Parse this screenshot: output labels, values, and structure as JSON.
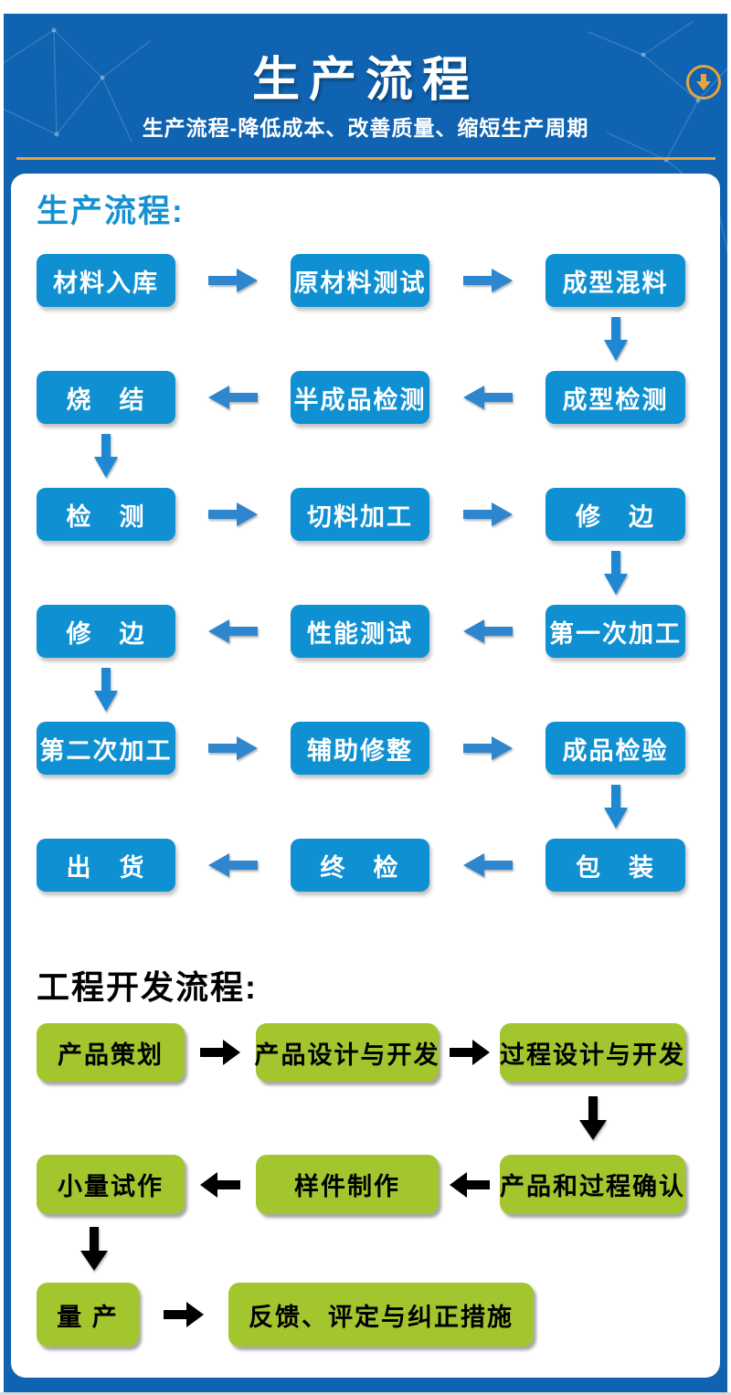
{
  "page": {
    "band_color": "#0f63b0",
    "card_color": "#ffffff",
    "accent_gold": "#e8a33d"
  },
  "header": {
    "title": "生产流程",
    "subtitle": "生产流程-降低成本、改善质量、缩短生产周期",
    "scroll_icon": "circle-down-arrow"
  },
  "production_flow": {
    "heading": "生产流程:",
    "heading_color": "#1590d2",
    "box_color": "#0e90d2",
    "arrow_color": "#1f88d4",
    "rows": [
      {
        "direction": "right",
        "cells": [
          "材料入库",
          "原材料测试",
          "成型混料"
        ]
      },
      {
        "direction": "left",
        "cells": [
          "烧　结",
          "半成品检测",
          "成型检测"
        ]
      },
      {
        "direction": "right",
        "cells": [
          "检　测",
          "切料加工",
          "修　边"
        ]
      },
      {
        "direction": "left",
        "cells": [
          "修　边",
          "性能测试",
          "第一次加工"
        ]
      },
      {
        "direction": "right",
        "cells": [
          "第二次加工",
          "辅助修整",
          "成品检验"
        ]
      },
      {
        "direction": "left",
        "cells": [
          "出　货",
          "终　检",
          "包　装"
        ]
      }
    ],
    "down_connectors": [
      "after-row-1-under-col-3",
      "after-row-2-under-col-1",
      "after-row-3-under-col-3",
      "after-row-4-under-col-1",
      "after-row-5-under-col-3"
    ]
  },
  "engineering_flow": {
    "heading": "工程开发流程:",
    "box_color": "#a3c62f",
    "arrow_color": "#000000",
    "rows": [
      {
        "direction": "right",
        "cells": [
          "产品策划",
          "产品设计与开发",
          "过程设计与开发"
        ]
      },
      {
        "direction": "left",
        "cells": [
          "小量试作",
          "样件制作",
          "产品和过程确认"
        ]
      },
      {
        "direction": "right",
        "cells": [
          "量 产",
          "反馈、评定与纠正措施"
        ]
      }
    ],
    "down_connectors": [
      "after-row-1-under-col-3",
      "after-row-2-under-col-1"
    ]
  }
}
